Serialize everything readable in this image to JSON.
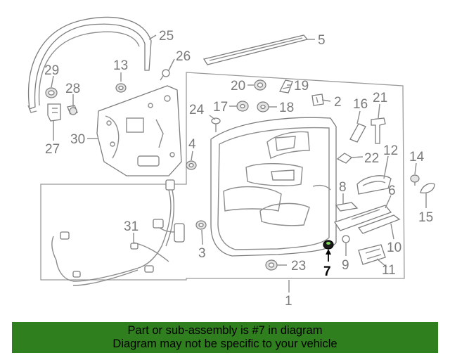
{
  "callouts": {
    "c1": "1",
    "c2": "2",
    "c3": "3",
    "c4": "4",
    "c5": "5",
    "c6": "6",
    "c7": "7",
    "c8": "8",
    "c9": "9",
    "c10": "10",
    "c11": "11",
    "c12": "12",
    "c13": "13",
    "c14": "14",
    "c15": "15",
    "c16": "16",
    "c17": "17",
    "c18": "18",
    "c19": "19",
    "c20": "20",
    "c21": "21",
    "c22": "22",
    "c23": "23",
    "c24": "24",
    "c25": "25",
    "c26": "26",
    "c27": "27",
    "c28": "28",
    "c29": "29",
    "c30": "30",
    "c31": "31"
  },
  "highlighted_part": "7",
  "colors": {
    "banner": "#2f7f1f",
    "highlight": "#000000",
    "lines": "#8c8c8c"
  },
  "banner": {
    "line1": "Part or sub-assembly is #7 in diagram",
    "line2": "Diagram may not be specific to your vehicle"
  }
}
